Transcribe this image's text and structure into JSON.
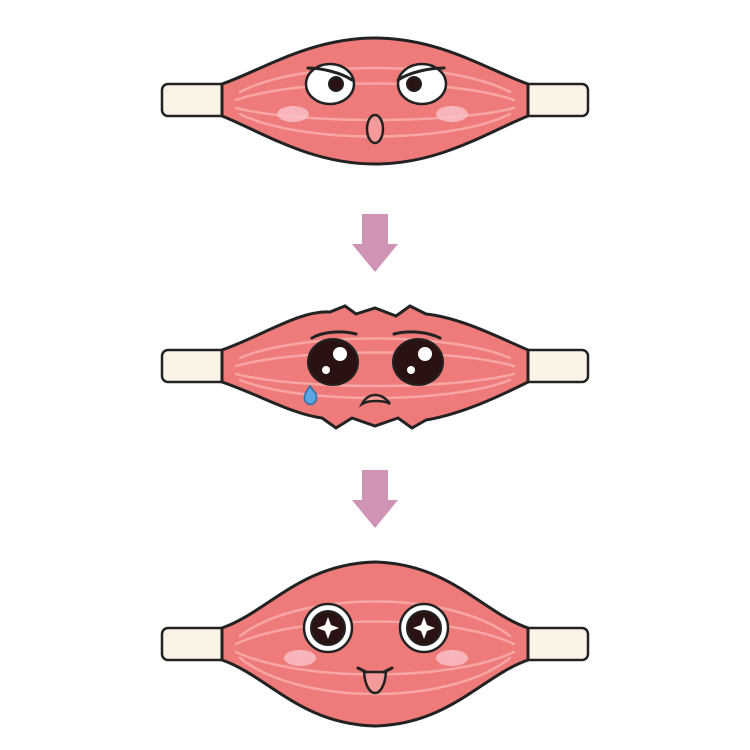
{
  "colors": {
    "muscle_fill": "#ee7a79",
    "muscle_stripe": "#f7a6a4",
    "muscle_dark_stripe": "#d65f60",
    "outline": "#222222",
    "tendon": "#fbf3e6",
    "arrow": "#cf93b5",
    "blush": "#f8c0c7",
    "tear": "#5aa6e0",
    "mouth_inner": "#f49a9a"
  },
  "stages": [
    {
      "state": "flexed",
      "expression": "angry-eyes-open-mouth"
    },
    {
      "state": "torn",
      "expression": "teary-sad"
    },
    {
      "state": "recovered",
      "expression": "sparkle-happy"
    }
  ],
  "arrows": [
    {
      "from": "flexed",
      "to": "torn",
      "icon": "down-arrow-icon"
    },
    {
      "from": "torn",
      "to": "recovered",
      "icon": "down-arrow-icon"
    }
  ]
}
